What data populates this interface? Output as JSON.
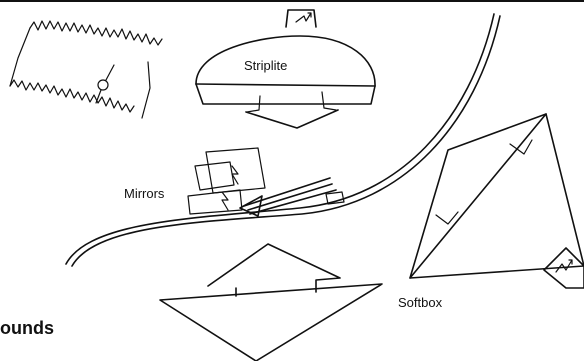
{
  "labels": {
    "striplite": "Striplite",
    "mirrors": "Mirrors",
    "softbox": "Softbox",
    "partial_heading": "ounds"
  },
  "colors": {
    "ink": "#111111",
    "paper": "#ffffff"
  }
}
